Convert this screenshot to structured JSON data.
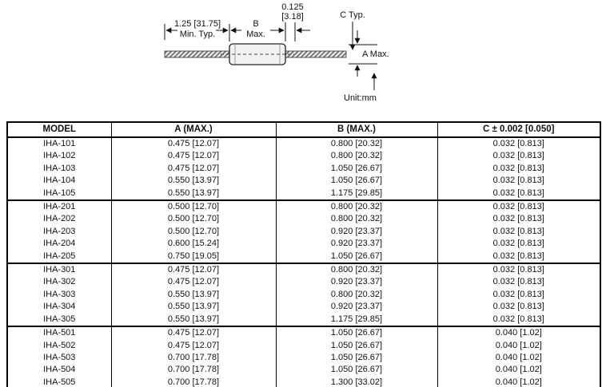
{
  "diagram": {
    "labels": {
      "lead_length_line1": "1.25 [31.75]",
      "lead_length_line2": "Min. Typ.",
      "b_line1": "B",
      "b_line2": "Max.",
      "small_dim_line1": "0.125",
      "small_dim_line2": "[3.18]",
      "c_typ": "C Typ.",
      "a_max": "A Max.",
      "unit": "Unit:mm"
    }
  },
  "table": {
    "headers": [
      "MODEL",
      "A (MAX.)",
      "B (MAX.)",
      "C ± 0.002 [0.050]"
    ],
    "groups": [
      [
        [
          "IHA-101",
          "0.475 [12.07]",
          "0.800 [20.32]",
          "0.032 [0.813]"
        ],
        [
          "IHA-102",
          "0.475 [12.07]",
          "0.800 [20.32]",
          "0.032 [0.813]"
        ],
        [
          "IHA-103",
          "0.475 [12.07]",
          "1.050 [26.67]",
          "0.032 [0.813]"
        ],
        [
          "IHA-104",
          "0.550 [13.97]",
          "1.050 [26.67]",
          "0.032 [0.813]"
        ],
        [
          "IHA-105",
          "0.550 [13.97]",
          "1.175 [29.85]",
          "0.032 [0.813]"
        ]
      ],
      [
        [
          "IHA-201",
          "0.500 [12.70]",
          "0.800 [20.32]",
          "0.032 [0.813]"
        ],
        [
          "IHA-202",
          "0.500 [12.70]",
          "0.800 [20.32]",
          "0.032 [0.813]"
        ],
        [
          "IHA-203",
          "0.500 [12.70]",
          "0.920 [23.37]",
          "0.032 [0.813]"
        ],
        [
          "IHA-204",
          "0.600 [15.24]",
          "0.920 [23.37]",
          "0.032 [0.813]"
        ],
        [
          "IHA-205",
          "0.750 [19.05]",
          "1.050 [26.67]",
          "0.032 [0.813]"
        ]
      ],
      [
        [
          "IHA-301",
          "0.475 [12.07]",
          "0.800 [20.32]",
          "0.032 [0.813]"
        ],
        [
          "IHA-302",
          "0.475 [12.07]",
          "0.920 [23.37]",
          "0.032 [0.813]"
        ],
        [
          "IHA-303",
          "0.550 [13.97]",
          "0.800 [20.32]",
          "0.032 [0.813]"
        ],
        [
          "IHA-304",
          "0.550 [13.97]",
          "0.920 [23.37]",
          "0.032 [0.813]"
        ],
        [
          "IHA-305",
          "0.550 [13.97]",
          "1.175 [29.85]",
          "0.032 [0.813]"
        ]
      ],
      [
        [
          "IHA-501",
          "0.475 [12.07]",
          "1.050 [26.67]",
          "0.040 [1.02]"
        ],
        [
          "IHA-502",
          "0.475 [12.07]",
          "1.050 [26.67]",
          "0.040 [1.02]"
        ],
        [
          "IHA-503",
          "0.700 [17.78]",
          "1.050 [26.67]",
          "0.040 [1.02]"
        ],
        [
          "IHA-504",
          "0.700 [17.78]",
          "1.050 [26.67]",
          "0.040 [1.02]"
        ],
        [
          "IHA-505",
          "0.700 [17.78]",
          "1.300 [33.02]",
          "0.040 [1.02]"
        ]
      ]
    ]
  }
}
